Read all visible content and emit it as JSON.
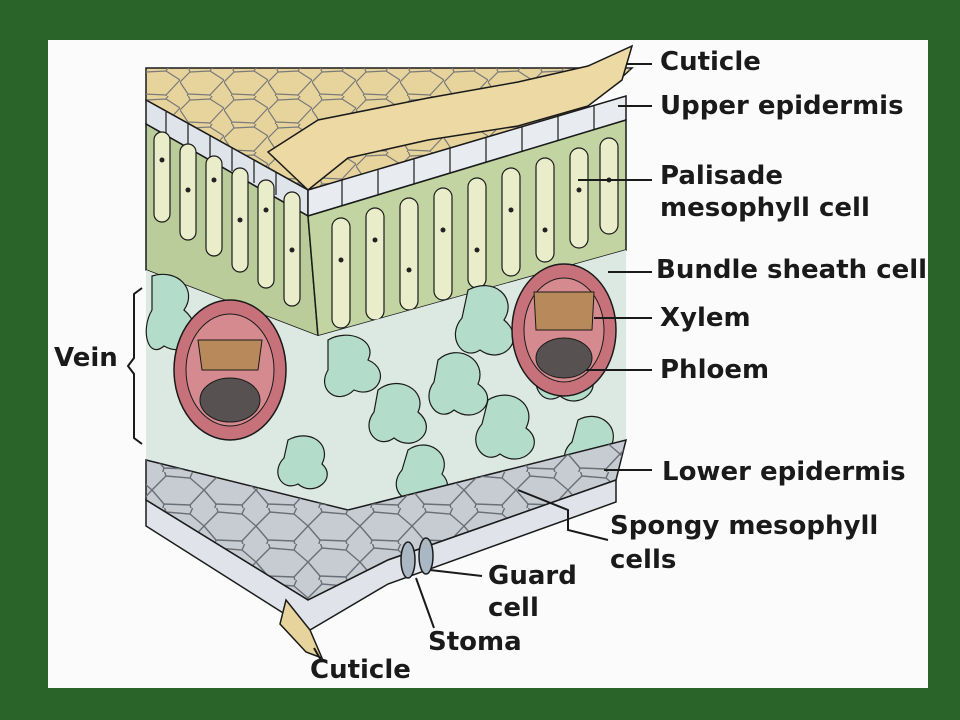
{
  "labels": {
    "cuticle_top": "Cuticle",
    "upper_epidermis": "Upper epidermis",
    "palisade_line1": "Palisade",
    "palisade_line2": "mesophyll cell",
    "bundle_sheath": "Bundle sheath cell",
    "xylem": "Xylem",
    "phloem": "Phloem",
    "vein": "Vein",
    "lower_epidermis": "Lower epidermis",
    "spongy_line1": "Spongy mesophyll",
    "spongy_line2": "cells",
    "guard_line1": "Guard",
    "guard_line2": "cell",
    "stoma": "Stoma",
    "cuticle_bottom": "Cuticle"
  },
  "colors": {
    "frame": "#2a6428",
    "panel": "#fbfbfb",
    "cuticle": "#e6d49c",
    "epidermis": "#dfe4ea",
    "palisade": "#b9cc99",
    "spongy": "#b4dccb",
    "bundle_sheath": "#c7727a",
    "xylem": "#b8895a",
    "phloem": "#575151",
    "lower_surface": "#c7ccd3",
    "line": "#1a1a1a"
  }
}
